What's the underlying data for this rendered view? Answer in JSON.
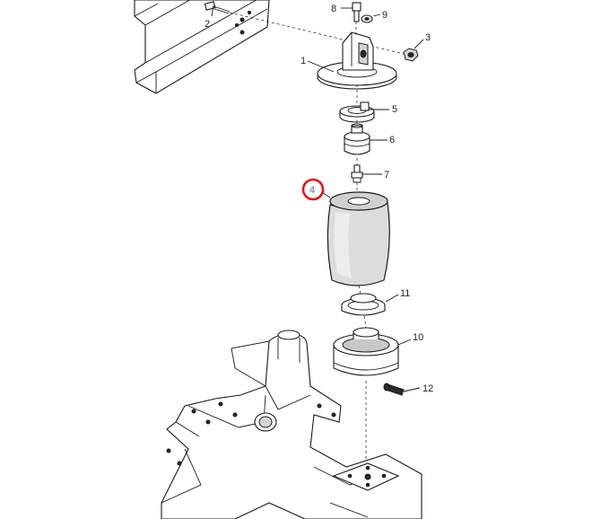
{
  "callouts": [
    {
      "id": "1",
      "text": "1"
    },
    {
      "id": "2",
      "text": "2"
    },
    {
      "id": "3",
      "text": "3"
    },
    {
      "id": "4",
      "text": "4"
    },
    {
      "id": "5",
      "text": "5"
    },
    {
      "id": "6",
      "text": "6"
    },
    {
      "id": "7",
      "text": "7"
    },
    {
      "id": "8",
      "text": "8"
    },
    {
      "id": "9",
      "text": "9"
    },
    {
      "id": "10",
      "text": "10"
    },
    {
      "id": "11",
      "text": "11"
    },
    {
      "id": "12",
      "text": "12"
    }
  ],
  "highlight": {
    "callout": "4",
    "ring_color": "#e0151f",
    "text_color": "#8a8fd9"
  },
  "colors": {
    "line": "#1a1a1a",
    "background": "#ffffff",
    "shade": "#d4d4d4"
  }
}
